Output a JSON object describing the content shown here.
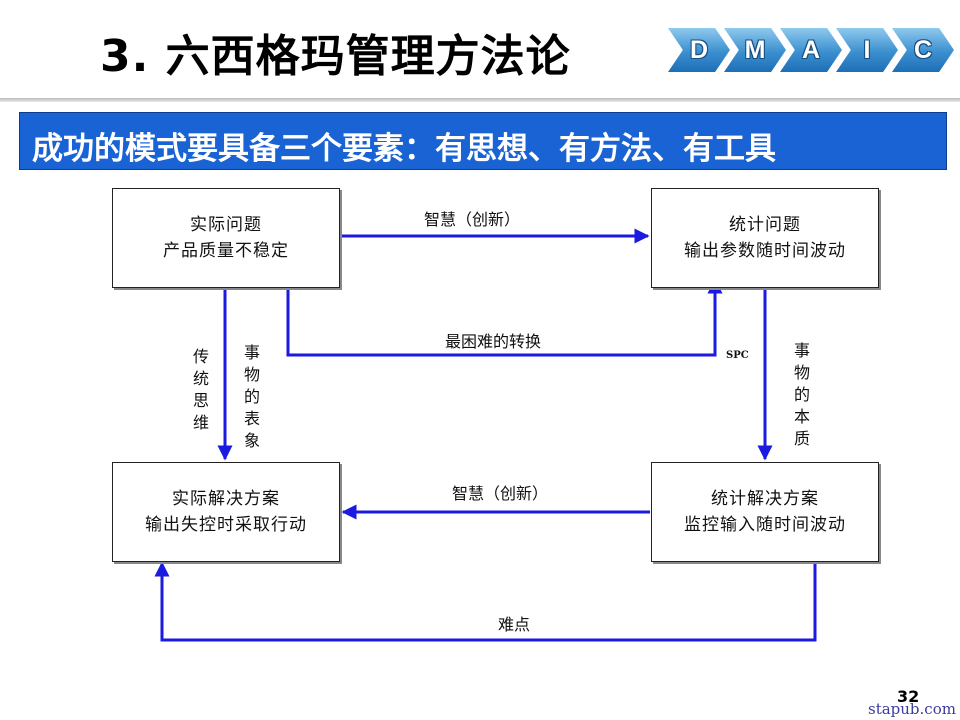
{
  "header": {
    "title": "3. 六西格玛管理方法论",
    "dmaic": [
      "D",
      "M",
      "A",
      "I",
      "C"
    ]
  },
  "banner": {
    "text": "成功的模式要具备三个要素：有思想、有方法、有工具"
  },
  "boxes": {
    "top_left": {
      "line1": "实际问题",
      "line2": "产品质量不稳定"
    },
    "top_right": {
      "line1": "统计问题",
      "line2": "输出参数随时间波动"
    },
    "bottom_left": {
      "line1": "实际解决方案",
      "line2": "输出失控时采取行动"
    },
    "bottom_right": {
      "line1": "统计解决方案",
      "line2": "监控输入随时间波动"
    }
  },
  "labels": {
    "top_arrow": "智慧（创新）",
    "hardest": "最困难的转换",
    "traditional": "传统思维",
    "surface": "事物的表象",
    "essence": "事物的本质",
    "spc": "SPC",
    "bottom_arrow": "智慧（创新）",
    "difficulty": "难点"
  },
  "colors": {
    "arrow": "#1a1ae0",
    "banner": "#1a63d4",
    "dmaic_fill": "#3b8fd0"
  },
  "footer": {
    "page": "32",
    "watermark": "stapub.com"
  }
}
